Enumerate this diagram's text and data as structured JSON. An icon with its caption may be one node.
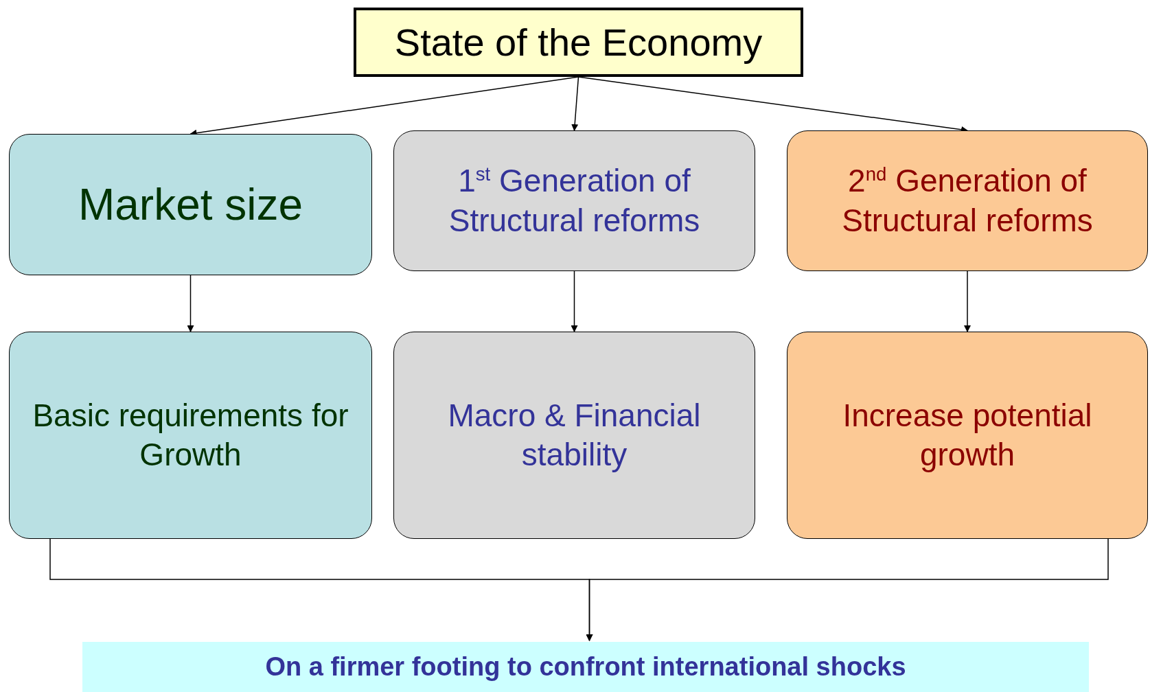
{
  "diagram": {
    "nodes": [
      {
        "text": [
          "State of the Economy"
        ]
      },
      {
        "text": [
          "Market size"
        ]
      },
      {
        "text": [
          "1$^{st}$ Generation of Structural reforms"
        ]
      },
      {
        "text": [
          "2$^{nd}$ Generation of Structural reforms"
        ]
      },
      {
        "text": [
          "Basic requirements for Growth"
        ]
      },
      {
        "text": [
          "Macro & Financial stability"
        ]
      },
      {
        "text": [
          "Increase potential growth"
        ]
      },
      {
        "text": [
          "On a firmer footing to confront international shocks"
        ]
      }
    ],
    "edges": [
      {
        "from": 0,
        "to": 1,
        "arrow": "to"
      },
      {
        "from": 0,
        "to": 2,
        "arrow": "to"
      },
      {
        "from": 0,
        "to": 3,
        "arrow": "to"
      },
      {
        "from": 1,
        "to": 4,
        "arrow": "to"
      },
      {
        "from": 2,
        "to": 5,
        "arrow": "to"
      },
      {
        "from": 3,
        "to": 6,
        "arrow": "to"
      },
      {
        "from": 4,
        "to": 7,
        "arrow": "to"
      },
      {
        "from": 6,
        "to": 7,
        "arrow": "to"
      }
    ]
  }
}
